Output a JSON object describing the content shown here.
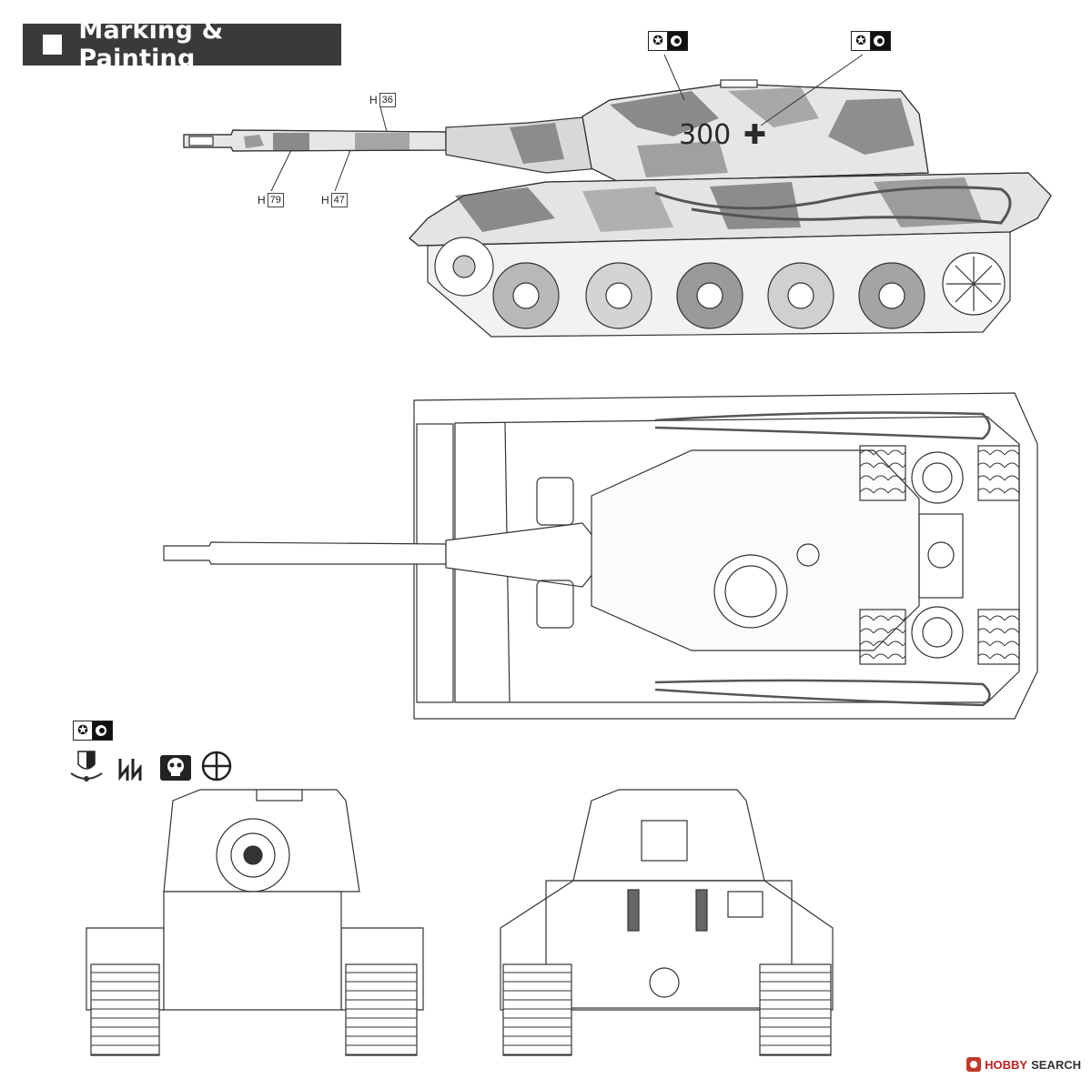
{
  "header": {
    "title": "Marking & Painting"
  },
  "callouts": {
    "h36": {
      "letter": "H",
      "number": "36"
    },
    "h79": {
      "letter": "H",
      "number": "79"
    },
    "h47": {
      "letter": "H",
      "number": "47"
    }
  },
  "turret_number": "300",
  "insignia_symbol": "✚",
  "watermark": {
    "brand": "HOBBY",
    "suffix": "SEARCH"
  },
  "colors": {
    "header_bg": "#3a3a3a",
    "camo_dark": "#7a7a7a",
    "camo_mid": "#b4b4b4",
    "camo_light": "#e6e6e6",
    "line": "#333333",
    "watermark": "#c0392b"
  },
  "icons": [
    "decal-badge-icon",
    "unit-shield-icon",
    "runic-emblem-icon",
    "skull-emblem-icon",
    "crosshair-emblem-icon"
  ]
}
